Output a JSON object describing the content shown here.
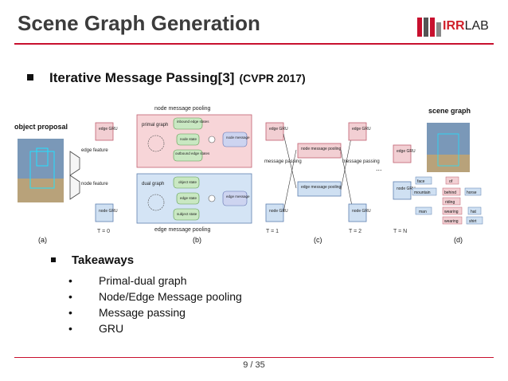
{
  "slide": {
    "title": "Scene Graph Generation",
    "logo_text_accent": "IRR",
    "logo_text_rest": "LAB",
    "heading": "Iterative Message Passing[3]",
    "heading_venue": "(CVPR 2017)",
    "takeaways_title": "Takeaways",
    "takeaways": [
      "Primal-dual graph",
      "Node/Edge Message pooling",
      "Message passing",
      "GRU"
    ],
    "page_current": "9",
    "page_total": "/ 35"
  },
  "figure": {
    "object_proposal": "object proposal",
    "scene_graph": "scene graph",
    "node_message_pooling": "node message pooling",
    "edge_message_pooling": "edge message pooling",
    "edge_feature": "edge feature",
    "node_feature": "node feature",
    "edge_gru": "edge GRU",
    "node_gru": "node GRU",
    "primal_graph": "primal graph",
    "dual_graph": "dual graph",
    "inbound_edge_states": "inbound edge states",
    "node_state": "node state",
    "outbound_edge_states": "outbound edge states",
    "node_message": "node message",
    "object_state": "object state",
    "edge_state": "edge state",
    "subject_state": "subject state",
    "edge_message": "edge message",
    "message_passing": "message passing",
    "node_message_pooling_box": "node message pooling",
    "edge_message_pooling_box": "edge message pooling",
    "ellipsis": "...",
    "t0": "T = 0",
    "t1": "T = 1",
    "t2": "T = 2",
    "tn": "T = N",
    "label_a": "(a)",
    "label_b": "(b)",
    "label_c": "(c)",
    "label_d": "(d)",
    "sg_face": "face",
    "sg_of": "of",
    "sg_mountain": "mountain",
    "sg_behind": "behind",
    "sg_horse": "horse",
    "sg_riding": "riding",
    "sg_man": "man",
    "sg_wearing1": "wearing",
    "sg_hat": "hat",
    "sg_wearing2": "wearing",
    "sg_shirt": "shirt"
  }
}
